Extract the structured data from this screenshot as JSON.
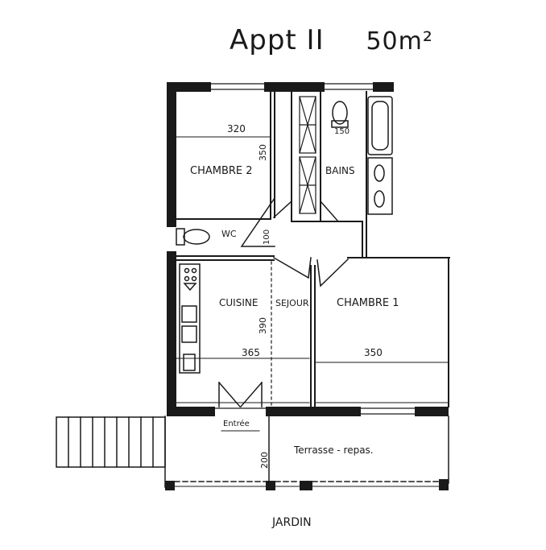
{
  "title": {
    "apartment": "Appt II",
    "area": "50m²"
  },
  "rooms": {
    "chambre2": "CHAMBRE 2",
    "bains": "BAINS",
    "wc": "WC",
    "cuisine": "CUISINE",
    "sejour": "SEJOUR",
    "chambre1": "CHAMBRE 1",
    "entree": "Entrée",
    "terrasse": "Terrasse - repas.",
    "jardin": "JARDIN"
  },
  "dimensions": {
    "chambre2_width": "320",
    "chambre2_depth": "350",
    "bath_dim": "150",
    "wc_dim": "100",
    "cuisine_width": "365",
    "cuisine_depth": "390",
    "chambre1_width": "350",
    "terrasse_depth": "200"
  },
  "colors": {
    "ink": "#1a1a1a",
    "paper": "#ffffff"
  }
}
